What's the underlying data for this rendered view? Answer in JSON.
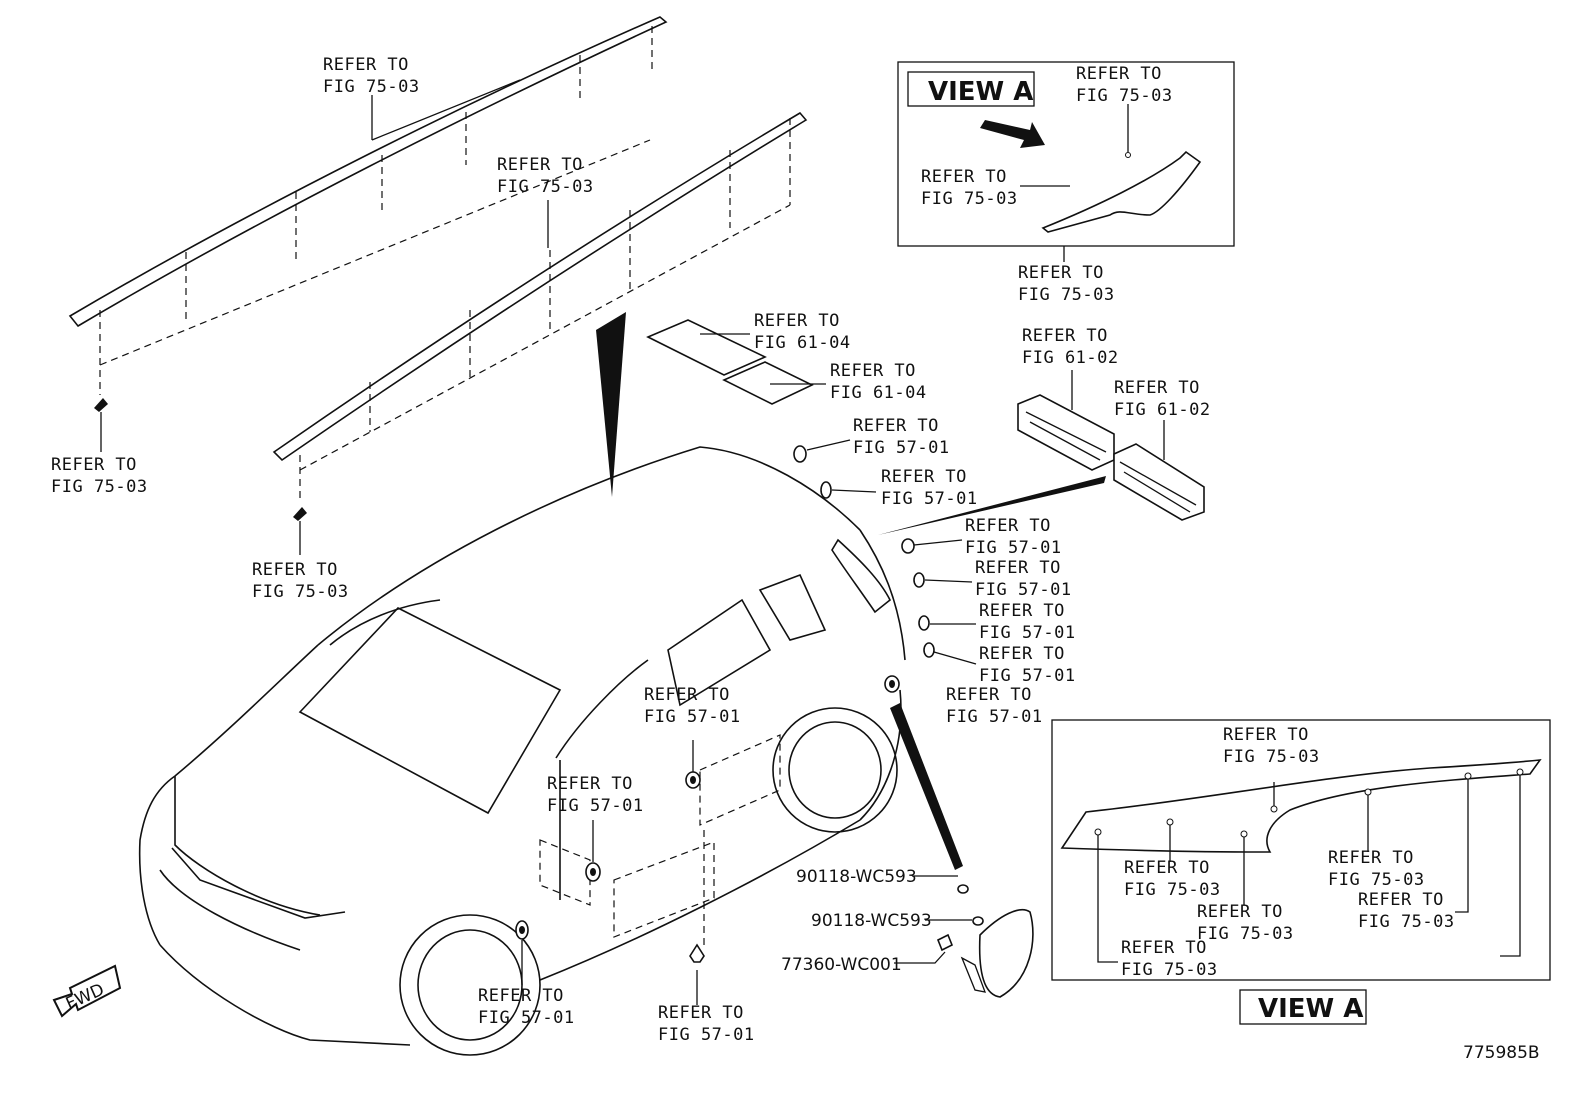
{
  "refs": {
    "rail_left_top": [
      "REFER TO",
      "FIG 75-03"
    ],
    "rail_left_end": [
      "REFER TO",
      "FIG 75-03"
    ],
    "rail_right_top": [
      "REFER TO",
      "FIG 75-03"
    ],
    "rail_right_end": [
      "REFER TO",
      "FIG 75-03"
    ],
    "roof_panel_1": [
      "REFER TO",
      "FIG 61-04"
    ],
    "roof_panel_2": [
      "REFER TO",
      "FIG 61-04"
    ],
    "lamp_1": [
      "REFER TO",
      "FIG 61-02"
    ],
    "lamp_2": [
      "REFER TO",
      "FIG 61-02"
    ],
    "plug_1": [
      "REFER TO",
      "FIG 57-01"
    ],
    "plug_2": [
      "REFER TO",
      "FIG 57-01"
    ],
    "plug_3": [
      "REFER TO",
      "FIG 57-01"
    ],
    "plug_4": [
      "REFER TO",
      "FIG 57-01"
    ],
    "plug_5": [
      "REFER TO",
      "FIG 57-01"
    ],
    "plug_6": [
      "REFER TO",
      "FIG 57-01"
    ],
    "plug_7": [
      "REFER TO",
      "FIG 57-01"
    ],
    "plug_side_mid": [
      "REFER TO",
      "FIG 57-01"
    ],
    "plug_side_low": [
      "REFER TO",
      "FIG 57-01"
    ],
    "plug_wheel": [
      "REFER TO",
      "FIG 57-01"
    ],
    "plug_bottom": [
      "REFER TO",
      "FIG 57-01"
    ],
    "viewa_top_1": [
      "REFER TO",
      "FIG 75-03"
    ],
    "viewa_top_2": [
      "REFER TO",
      "FIG 75-03"
    ],
    "viewa_top_3": [
      "REFER TO",
      "FIG 75-03"
    ],
    "viewa_bot_1": [
      "REFER TO",
      "FIG 75-03"
    ],
    "viewa_bot_2": [
      "REFER TO",
      "FIG 75-03"
    ],
    "viewa_bot_3": [
      "REFER TO",
      "FIG 75-03"
    ],
    "viewa_bot_4": [
      "REFER TO",
      "FIG 75-03"
    ],
    "viewa_bot_5": [
      "REFER TO",
      "FIG 75-03"
    ],
    "viewa_bot_6": [
      "REFER TO",
      "FIG 75-03"
    ]
  },
  "parts": {
    "screw_1": "90118-WC593",
    "screw_2": "90118-WC593",
    "fuel_lid": "77360-WC001"
  },
  "view_a_top": "VIEW A",
  "view_a_bottom": "VIEW A",
  "fwd": "FWD",
  "figure_id": "775985B"
}
